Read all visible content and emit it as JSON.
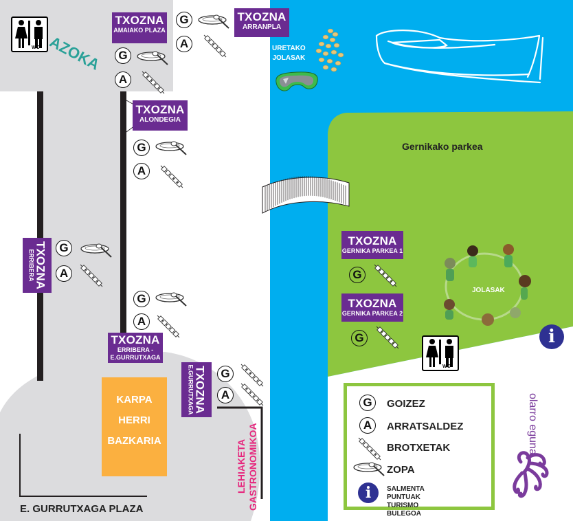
{
  "map": {
    "title": "Gernika festival area map",
    "colors": {
      "plaza_gray": "#dcdcde",
      "water_blue": "#00aeef",
      "park_green": "#8dc63f",
      "txozna_purple": "#6a2c91",
      "karpa_orange": "#fbb040",
      "azoka_teal": "#2aa198",
      "contest_pink": "#e6267d",
      "info_navy": "#2e3192",
      "logo_purple": "#7a3b9c"
    },
    "areas": {
      "azoka": "AZOKA",
      "park": "Gernikako parkea",
      "water_games": [
        "URETAKO",
        "JOLASAK"
      ],
      "kids_games": "JOLASAK",
      "plaza": "E. GURRUTXAGA PLAZA",
      "karpa": [
        "KARPA",
        "HERRI",
        "BAZKARIA"
      ],
      "contest": [
        "LEHIAKETA",
        "GASTRONOMIKOA"
      ]
    },
    "txoznas": [
      {
        "id": "amaiako-plaza",
        "title": "TXOZNA",
        "subtitle": "AMAIAKO PLAZA",
        "services": [
          "G",
          "A"
        ]
      },
      {
        "id": "arranpla",
        "title": "TXOZNA",
        "subtitle": "ARRANPLA",
        "services": [
          "G",
          "A"
        ]
      },
      {
        "id": "alondegia",
        "title": "TXOZNA",
        "subtitle": "ALONDEGIA",
        "services": [
          "G",
          "A"
        ]
      },
      {
        "id": "erribera",
        "title": "TXOZNA",
        "subtitle": "ERRIBERA",
        "services": [
          "G",
          "A"
        ]
      },
      {
        "id": "erribera-gurrutxaga",
        "title": "TXOZNA",
        "subtitle": [
          "ERRIBERA -",
          "E.GURRUTXAGA"
        ],
        "services": [
          "G",
          "A"
        ]
      },
      {
        "id": "e-gurrutxaga",
        "title": "TXOZNA",
        "subtitle": "E.GURRUTXAGA",
        "services": [
          "G",
          "A"
        ]
      },
      {
        "id": "gernika-parkea-1",
        "title": "TXOZNA",
        "subtitle": "GERNIKA PARKEA 1",
        "services": [
          "G"
        ]
      },
      {
        "id": "gernika-parkea-2",
        "title": "TXOZNA",
        "subtitle": "GERNIKA PARKEA 2",
        "services": [
          "G"
        ]
      }
    ],
    "symbols": {
      "morning": "G",
      "afternoon": "A",
      "info": "i",
      "wc": "WC"
    },
    "legend": [
      {
        "symbol": "G",
        "icon": "morning-g-icon",
        "label": "GOIZEZ"
      },
      {
        "symbol": "A",
        "icon": "afternoon-a-icon",
        "label": "ARRATSALDEZ"
      },
      {
        "symbol": "",
        "icon": "skewer-icon",
        "label": "BROTXETAK"
      },
      {
        "symbol": "",
        "icon": "soup-bowl-icon",
        "label": "ZOPA"
      },
      {
        "symbol": "i",
        "icon": "info-icon",
        "label": [
          "SALMENTA PUNTUAK",
          "TURISMO BULEGOA"
        ]
      }
    ],
    "logo": "olarro eguna"
  }
}
